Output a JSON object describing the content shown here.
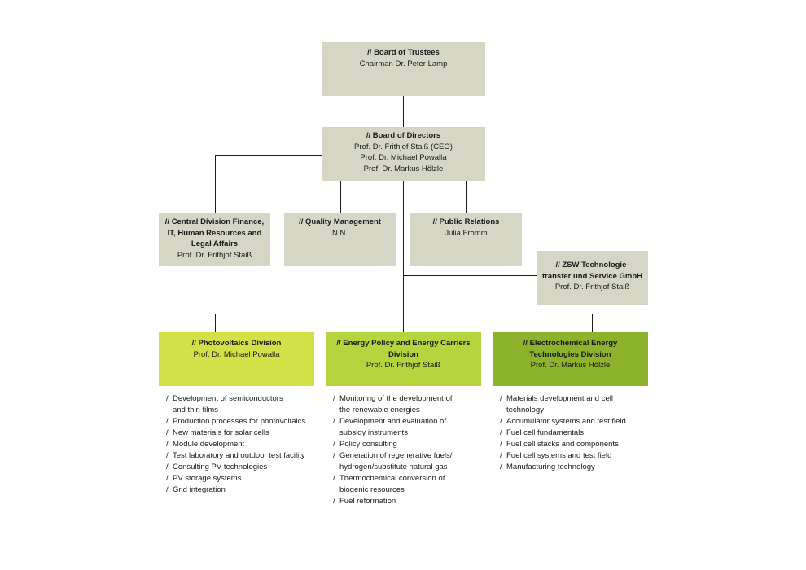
{
  "board_trustees": {
    "title": "//  Board of Trustees",
    "lines": "Chairman Dr. Peter Lamp"
  },
  "board_directors": {
    "title": "// Board of Directors",
    "lines": "Prof. Dr. Frithjof Staiß (CEO)\nProf. Dr. Michael Powalla\nProf. Dr. Markus Hölzle"
  },
  "central_division": {
    "title": "// Central Division Finance,\nIT, Human Resources and\nLegal Affairs",
    "lines": "Prof. Dr. Frithjof Staiß"
  },
  "quality_management": {
    "title": "// Quality Management",
    "lines": "N.N."
  },
  "public_relations": {
    "title": "// Public Relations",
    "lines": "Julia Fromm"
  },
  "zsw_gmbh": {
    "title": "// ZSW Technologie-\ntransfer und Service GmbH",
    "lines": "Prof. Dr. Frithjof Staiß"
  },
  "divisions": [
    {
      "title": "// Photovoltaics Division",
      "lines": "Prof. Dr. Michael Powalla",
      "color": "#d4e048",
      "tasks": [
        "Development of semiconductors\nand thin films",
        "Production processes for photovoltaics",
        "New materials for solar cells",
        "Module development",
        "Test laboratory and outdoor test facility",
        "Consulting PV technologies",
        "PV storage systems",
        "Grid integration"
      ]
    },
    {
      "title": "// Energy Policy and Energy Carriers\nDivision",
      "lines": "Prof. Dr. Frithjof Staiß",
      "color": "#b5d53e",
      "tasks": [
        "Monitoring of the development of\nthe renewable energies",
        "Development and evaluation of\nsubsidy instruments",
        "Policy consulting",
        "Generation of regenerative fuels/\nhydrogen/substitute natural gas",
        "Thermochemical conversion of\nbiogenic resources",
        "Fuel reformation"
      ]
    },
    {
      "title": "// Electrochemical Energy\nTechnologies Division",
      "lines": "Prof. Dr. Markus Hölzle",
      "color": "#8db22c",
      "tasks": [
        "Materials development and cell\ntechnology",
        "Accumulator systems and test field",
        "Fuel cell fundamentals",
        "Fuel cell stacks and components",
        "Fuel cell systems and test field",
        "Manufacturing technology"
      ]
    }
  ],
  "task_marker": "/"
}
